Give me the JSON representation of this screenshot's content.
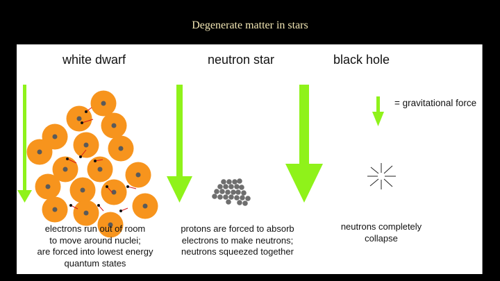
{
  "slide": {
    "title": "Degenerate matter in stars"
  },
  "columns": [
    {
      "heading": "white dwarf",
      "caption": [
        "electrons run out of room",
        "to move around nuclei;",
        "are forced into lowest energy",
        "quantum states"
      ]
    },
    {
      "heading": "neutron star",
      "caption": [
        "protons are forced to absorb",
        "electrons to make neutrons;",
        "neutrons squeezed together"
      ]
    },
    {
      "heading": "black hole",
      "caption": [
        "neutrons completely",
        "collapse"
      ]
    }
  ],
  "legend": {
    "label": "= gravitational force",
    "icon": "green-arrow-icon"
  },
  "colors": {
    "arrow": "#8ff21a",
    "atom": "#f7941d",
    "nucleus": "#5a5a5a",
    "electron": "#111111",
    "electron_motion": "#d4151a",
    "neutron": "#6e6e6e",
    "title": "#f2e6b4"
  }
}
